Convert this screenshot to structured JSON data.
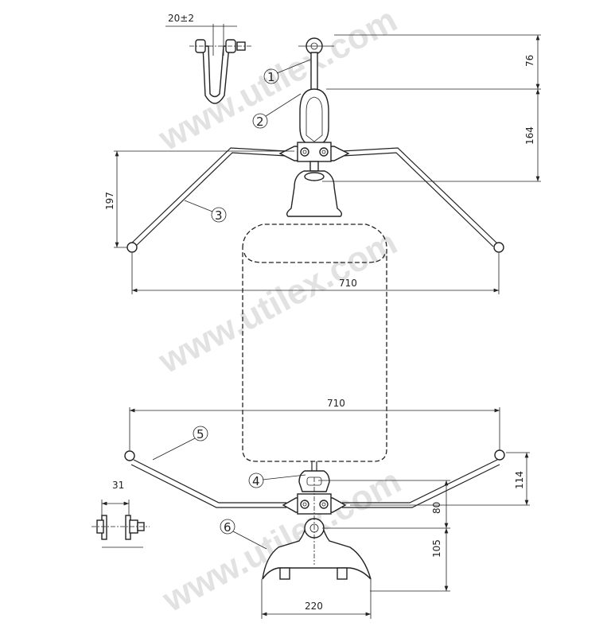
{
  "watermark": "www.utilex.com",
  "dimensions": {
    "shackle_gap": "20±2",
    "eye_length": "76",
    "link_length": "164",
    "upper_horn_drop": "197",
    "upper_horn_span": "710",
    "lower_horn_span": "710",
    "lower_horn_rise": "114",
    "socket_offset": "80",
    "clamp_height": "105",
    "clamp_width": "220",
    "bolt_gap": "31"
  },
  "part_labels": [
    "1",
    "2",
    "3",
    "4",
    "5",
    "6"
  ]
}
